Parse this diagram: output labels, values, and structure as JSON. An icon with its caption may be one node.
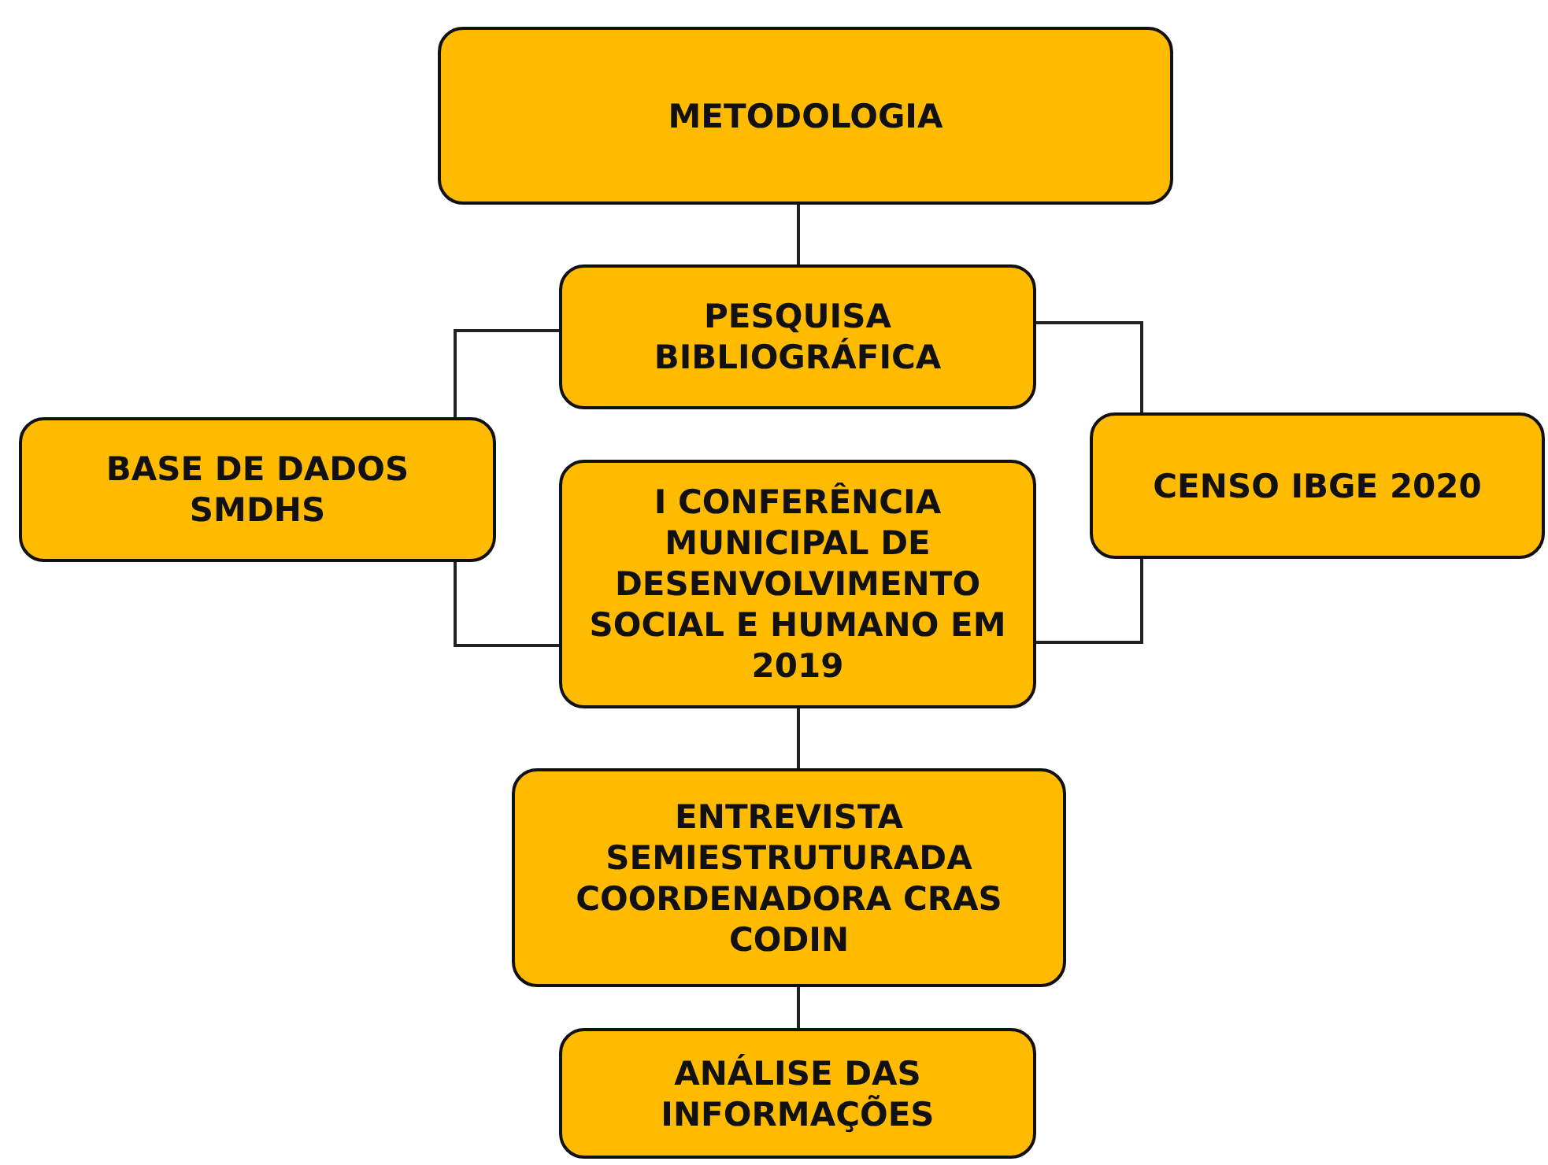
{
  "diagram": {
    "nodes": [
      {
        "text": [
          "METODOLOGIA"
        ]
      },
      {
        "text": [
          "PESQUISA BIBLIOGRÁFICA"
        ]
      },
      {
        "text": [
          "BASE DE DADOS SMDHS"
        ]
      },
      {
        "text": [
          "CENSO IBGE 2020"
        ]
      },
      {
        "text": [
          "I CONFERÊNCIA MUNICIPAL DE DESENVOLVIMENTO SOCIAL E HUMANO EM 2019"
        ]
      },
      {
        "text": [
          "ENTREVISTA SEMIESTRUTURADA COORDENADORA CRAS CODIN"
        ]
      },
      {
        "text": [
          "ANÁLISE DAS INFORMAÇÕES"
        ]
      }
    ],
    "edges": [
      {
        "from": 0,
        "to": 1,
        "arrow": "none"
      },
      {
        "from": 1,
        "to": 2,
        "arrow": "none"
      },
      {
        "from": 2,
        "to": 4,
        "arrow": "none"
      },
      {
        "from": 1,
        "to": 3,
        "arrow": "none"
      },
      {
        "from": 3,
        "to": 4,
        "arrow": "none"
      },
      {
        "from": 4,
        "to": 5,
        "arrow": "none"
      },
      {
        "from": 5,
        "to": 6,
        "arrow": "none"
      }
    ]
  }
}
